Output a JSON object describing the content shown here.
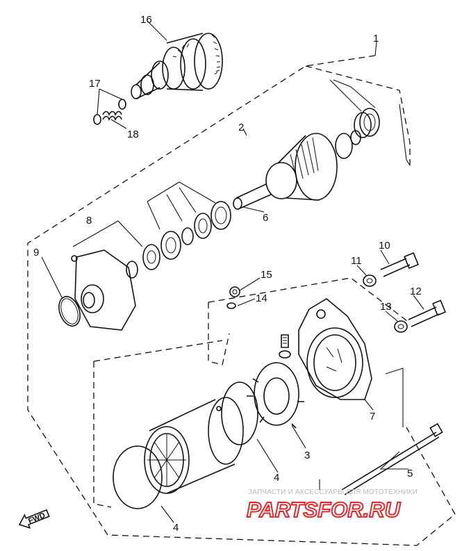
{
  "diagram": {
    "callouts": [
      {
        "id": "c16",
        "text": "16"
      },
      {
        "id": "c1",
        "text": "1"
      },
      {
        "id": "c17",
        "text": "17"
      },
      {
        "id": "c18",
        "text": "18"
      },
      {
        "id": "c2",
        "text": "2"
      },
      {
        "id": "c6",
        "text": "6"
      },
      {
        "id": "c8",
        "text": "8"
      },
      {
        "id": "c9",
        "text": "9"
      },
      {
        "id": "c10",
        "text": "10"
      },
      {
        "id": "c11",
        "text": "11"
      },
      {
        "id": "c15",
        "text": "15"
      },
      {
        "id": "c14",
        "text": "14"
      },
      {
        "id": "c12",
        "text": "12"
      },
      {
        "id": "c13",
        "text": "13"
      },
      {
        "id": "c7",
        "text": "7"
      },
      {
        "id": "c3",
        "text": "3"
      },
      {
        "id": "c5",
        "text": "5"
      },
      {
        "id": "c4a",
        "text": "4"
      },
      {
        "id": "c4b",
        "text": "4"
      }
    ],
    "fwd_label": "FWD"
  },
  "watermark": {
    "subtitle": "ЗАПЧАСТИ И АКСЕССУАРЫ ДЛЯ МОТОТЕХНИКИ",
    "brand": "PARTSFOR.RU",
    "brand_color": "#e8262a"
  }
}
